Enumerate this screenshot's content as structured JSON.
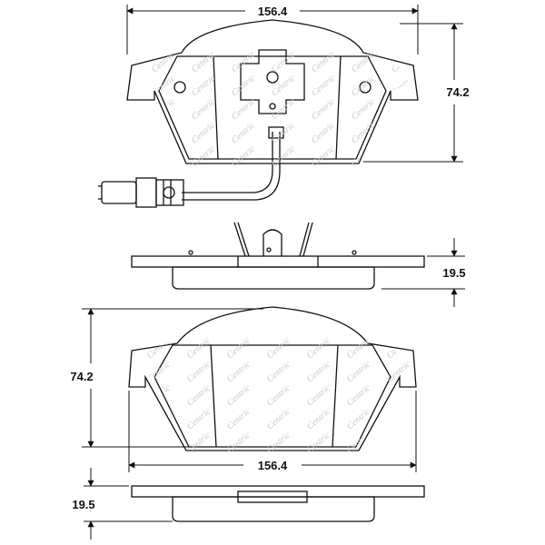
{
  "dimensions": {
    "top_width": "156.4",
    "top_height": "74.2",
    "top_thickness": "19.5",
    "bottom_height": "74.2",
    "bottom_width": "156.4",
    "bottom_thickness": "19.5"
  },
  "watermark": {
    "text": "Centric"
  },
  "colors": {
    "line": "#111111",
    "watermark": "#c9c9c9",
    "background": "#ffffff"
  }
}
